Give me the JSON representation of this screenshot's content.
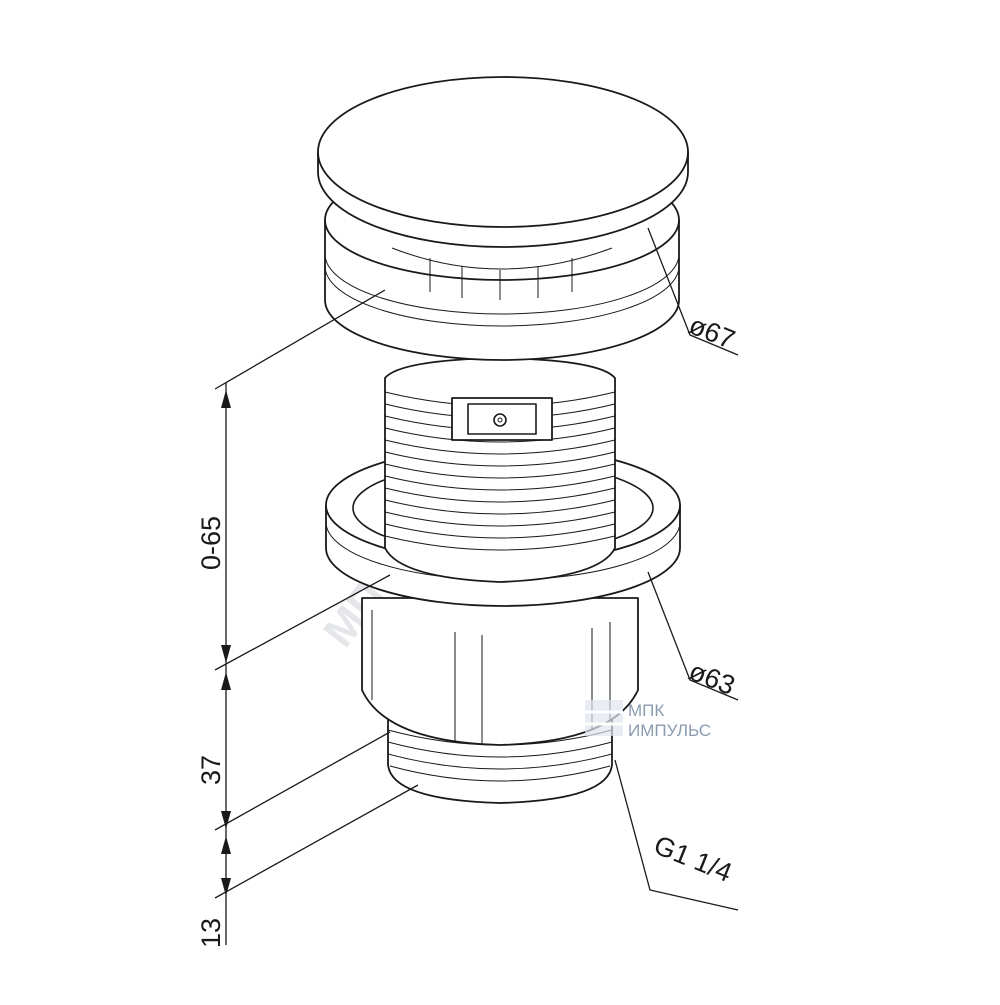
{
  "drawing": {
    "dimensions": {
      "cap_diameter": "ø67",
      "flange_diameter": "ø63",
      "thread_label": "G1 1/4",
      "adjust_range": "0-65",
      "body_height": "37",
      "thread_height": "13"
    },
    "watermark": {
      "diagonal_text": "МПК Импульс",
      "logo_line1": "МПК",
      "logo_line2": "ИМПУЛЬС"
    },
    "colors": {
      "line": "#1a1a1a",
      "watermark": "#cfd3d8",
      "logo": "#8a9bb0"
    }
  }
}
